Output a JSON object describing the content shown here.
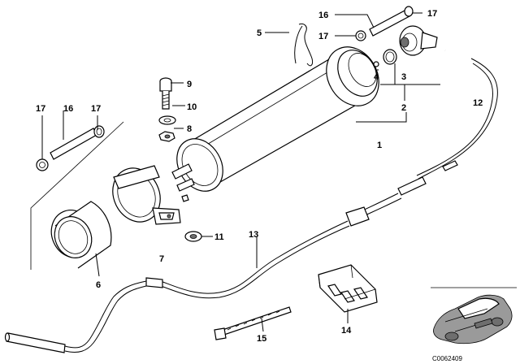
{
  "catalog_number": "C0062409",
  "callouts": [
    {
      "id": "c1",
      "text": "1"
    },
    {
      "id": "c2",
      "text": "2"
    },
    {
      "id": "c3",
      "text": "3"
    },
    {
      "id": "c4",
      "text": "4"
    },
    {
      "id": "c5",
      "text": "5"
    },
    {
      "id": "c6",
      "text": "6"
    },
    {
      "id": "c7",
      "text": "7"
    },
    {
      "id": "c8",
      "text": "8"
    },
    {
      "id": "c9",
      "text": "9"
    },
    {
      "id": "c10",
      "text": "10"
    },
    {
      "id": "c11",
      "text": "11"
    },
    {
      "id": "c12",
      "text": "12"
    },
    {
      "id": "c13",
      "text": "13"
    },
    {
      "id": "c14",
      "text": "14"
    },
    {
      "id": "c15",
      "text": "15"
    },
    {
      "id": "c16a",
      "text": "16"
    },
    {
      "id": "c16b",
      "text": "16"
    },
    {
      "id": "c17a",
      "text": "17"
    },
    {
      "id": "c17b",
      "text": "17"
    },
    {
      "id": "c17c",
      "text": "17"
    },
    {
      "id": "c17d",
      "text": "17"
    }
  ]
}
